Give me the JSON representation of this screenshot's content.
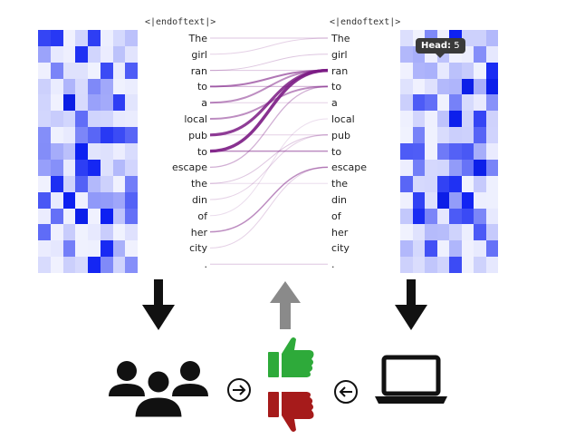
{
  "attention_view": {
    "left_top_token": "<|endoftext|>",
    "right_top_token": "<|endoftext|>",
    "tokens": [
      "The",
      "girl",
      "ran",
      "to",
      "a",
      "local",
      "pub",
      "to",
      "escape",
      "the",
      "din",
      "of",
      "her",
      "city",
      "."
    ],
    "tooltip": {
      "label": "Head:",
      "value": "5"
    },
    "line_color": "#7b1b84"
  },
  "workflow": {
    "arrow_color": "#111111",
    "up_arrow_color": "#8a8a8a",
    "thumbs_up_color": "#2eaa3a",
    "thumbs_down_color": "#a61b1b",
    "icons": [
      "users-icon",
      "circle-arrow-right-icon",
      "thumbs-up-icon",
      "thumbs-down-icon",
      "circle-arrow-left-icon",
      "laptop-icon"
    ]
  }
}
